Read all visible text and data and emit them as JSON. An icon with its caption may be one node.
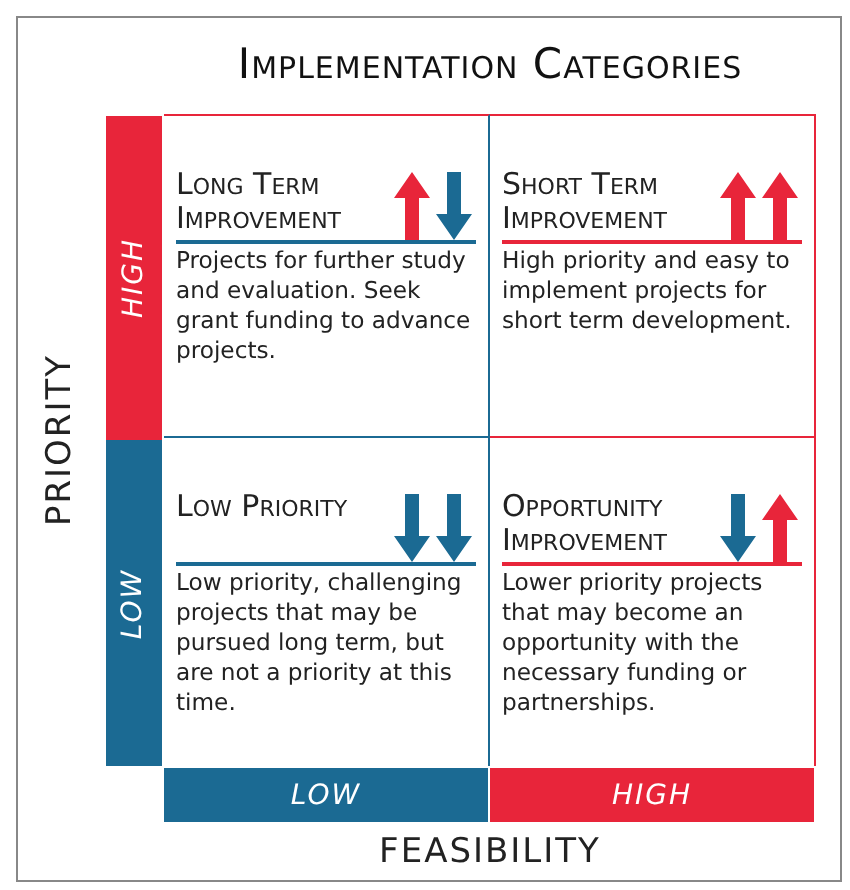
{
  "diagram": {
    "title": "Implementation Categories",
    "nodes": [
      {
        "text": [
          "HIGH"
        ]
      },
      {
        "text": [
          "Long Term Improvement",
          "Projects for further study and evaluation. Seek grant funding to advance projects."
        ]
      },
      {
        "text": [
          "Short Term Improvement",
          "High priority and easy to implement projects for short term development."
        ]
      },
      {
        "text": [
          "LOW"
        ]
      },
      {
        "text": [
          "Low Priority",
          "Low priority, challenging projects that may be pursued long term, but are not a priority at this time."
        ]
      },
      {
        "text": [
          "Opportunity Improvement",
          "Lower priority projects that may become an opportunity with the necessary funding or partnerships."
        ]
      },
      {
        "text": [
          "LOW"
        ]
      },
      {
        "text": [
          "HIGH"
        ]
      }
    ],
    "edges": [],
    "labels": [
      "PRIORITY",
      "FEASIBILITY"
    ]
  }
}
